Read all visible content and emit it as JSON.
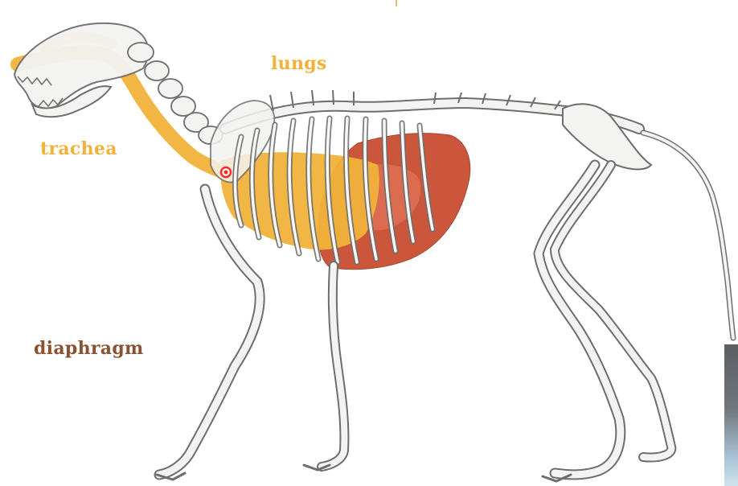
{
  "labels": {
    "lungs": "lungs",
    "trachea": "trachea",
    "diaphragm": "diaphragm"
  },
  "colors": {
    "lungs": "#f0b23a",
    "trachea": "#f0b23a",
    "diaphragm": "#8a5232",
    "diaphragm_fill": "#c8482c",
    "lung_fill": "#f0b23a",
    "bone_fill": "#f3f3f1",
    "bone_stroke": "#6e6e6e",
    "pointer": "#ff2a2a"
  },
  "icons": {
    "pointer": "red-pointer-dot-icon"
  }
}
